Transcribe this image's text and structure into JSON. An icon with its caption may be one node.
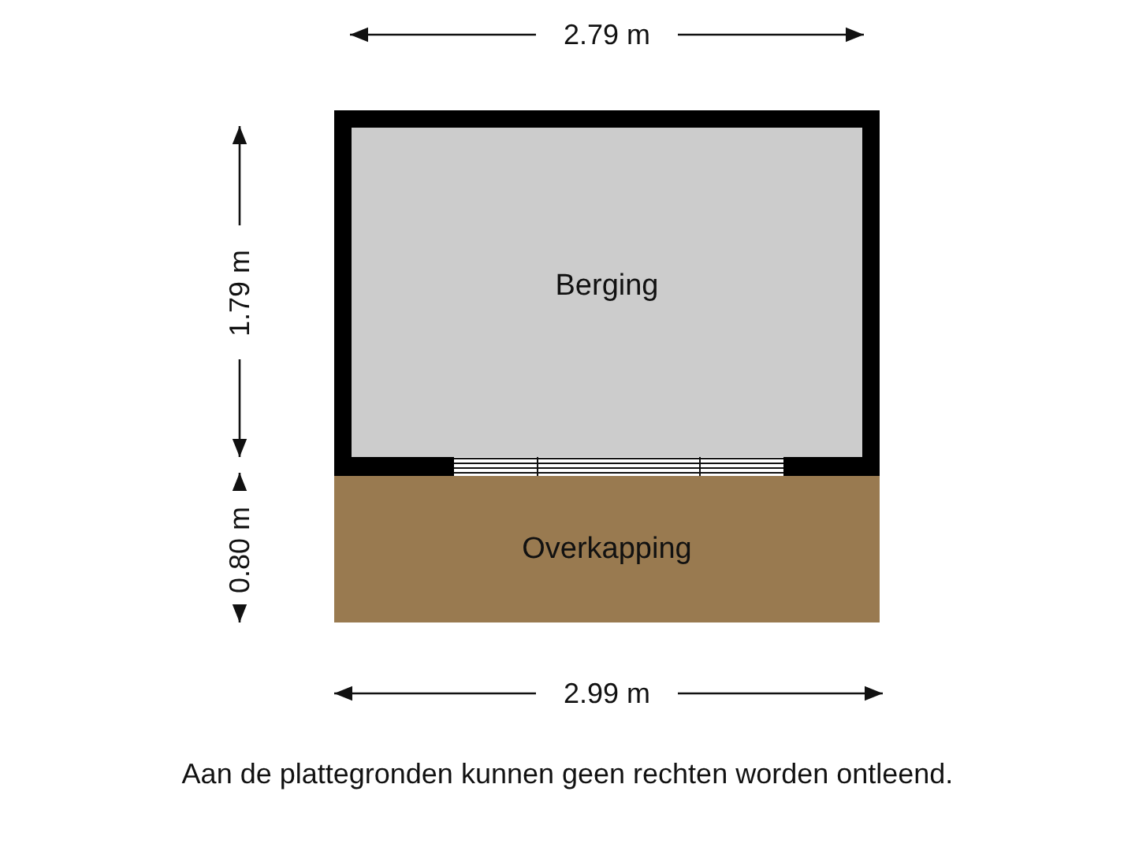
{
  "diagram": {
    "caption": "Aan de plattegronden kunnen geen rechten worden ontleend.",
    "nodes": [
      {
        "text": [
          "Berging"
        ]
      },
      {
        "text": [
          "Overkapping"
        ]
      }
    ],
    "edges": [],
    "labels": [
      "2.79 m",
      "1.79 m",
      "0.80 m",
      "2.99 m"
    ]
  }
}
